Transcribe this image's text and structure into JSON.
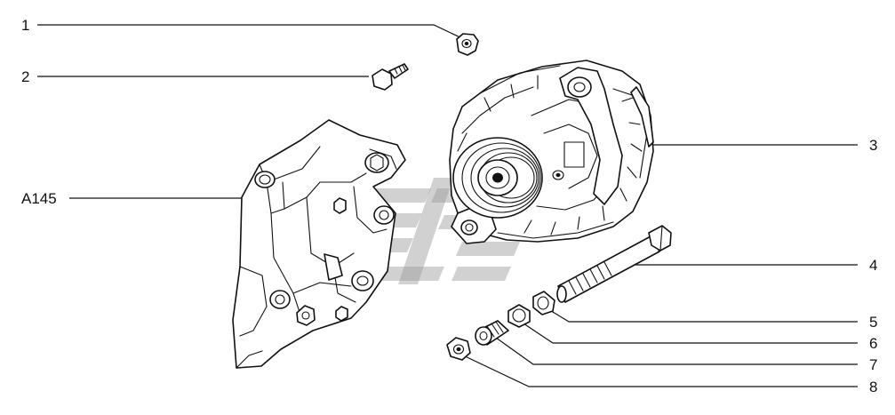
{
  "callouts": [
    {
      "id": "1",
      "label": "1"
    },
    {
      "id": "2",
      "label": "2"
    },
    {
      "id": "a145",
      "label": "A145"
    },
    {
      "id": "3",
      "label": "3"
    },
    {
      "id": "4",
      "label": "4"
    },
    {
      "id": "5",
      "label": "5"
    },
    {
      "id": "6",
      "label": "6"
    },
    {
      "id": "7",
      "label": "7"
    },
    {
      "id": "8",
      "label": "8"
    }
  ],
  "colors": {
    "line": "#111111",
    "watermark": "#9a9a9a",
    "background": "#ffffff"
  }
}
